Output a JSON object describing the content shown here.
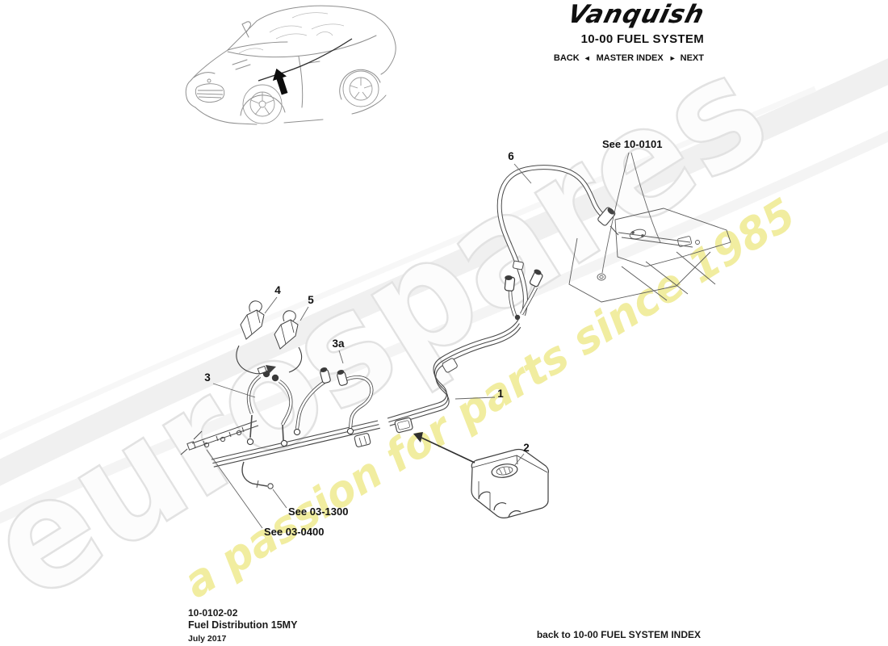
{
  "header": {
    "logo_text": "Vanquish",
    "section_title": "10-00 FUEL SYSTEM",
    "nav": {
      "back_label": "BACK",
      "back_arrow": "◄",
      "index_label": "MASTER INDEX",
      "next_arrow": "►",
      "next_label": "NEXT"
    }
  },
  "footer": {
    "doc_number": "10-0102-02",
    "doc_title": "Fuel Distribution 15MY",
    "doc_date": "July 2017",
    "index_link": "back to 10-00 FUEL SYSTEM INDEX"
  },
  "diagram": {
    "callouts": {
      "c1": "1",
      "c2": "2",
      "c3": "3",
      "c3a": "3a",
      "c4": "4",
      "c5": "5",
      "c6": "6"
    },
    "references": {
      "tank": "See 10-0101",
      "mid": "See 03-1300",
      "front": "See 03-0400"
    }
  },
  "watermark": {
    "brand": "eurospares",
    "tagline": "a passion for parts since 1985",
    "brand_outline_color": "#e2e2e2",
    "tagline_color": "#f1eda0"
  }
}
